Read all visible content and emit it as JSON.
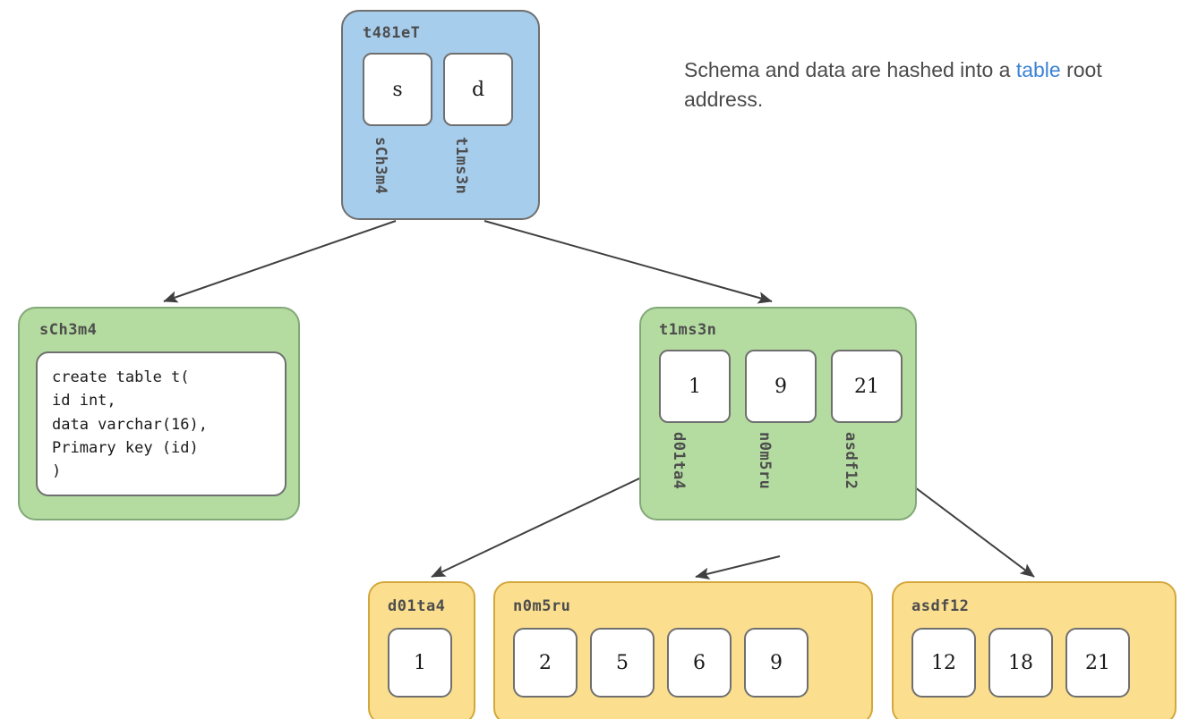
{
  "annotation": {
    "part1": "Schema and data are hashed into a ",
    "highlight": "table",
    "part2": " root\naddress."
  },
  "colors": {
    "root_fill": "#a7cdec",
    "branch_fill": "#b4dca0",
    "leaf_fill": "#fbdf8f",
    "cell_fill": "#ffffff",
    "node_border": "#6f6f6f",
    "branch_border": "#82a878",
    "leaf_border": "#d4a73c",
    "edge": "#404040",
    "label_text": "#4d4d4d",
    "annotation_text": "#4a4a4a",
    "highlight_text": "#3b82d6"
  },
  "tree": {
    "root": {
      "label": "t481eT",
      "cells": [
        {
          "value": "s",
          "pointer": "sCh3m4"
        },
        {
          "value": "d",
          "pointer": "t1ms3n"
        }
      ]
    },
    "schema": {
      "label": "sCh3m4",
      "sql": "create table t(\nid int,\ndata varchar(16),\nPrimary key (id)\n)"
    },
    "index": {
      "label": "t1ms3n",
      "cells": [
        {
          "value": "1",
          "pointer": "d01ta4"
        },
        {
          "value": "9",
          "pointer": "n0m5ru"
        },
        {
          "value": "21",
          "pointer": "asdf12"
        }
      ]
    },
    "leaves": [
      {
        "label": "d01ta4",
        "values": [
          "1"
        ]
      },
      {
        "label": "n0m5ru",
        "values": [
          "2",
          "5",
          "6",
          "9"
        ]
      },
      {
        "label": "asdf12",
        "values": [
          "12",
          "18",
          "21"
        ]
      }
    ]
  }
}
